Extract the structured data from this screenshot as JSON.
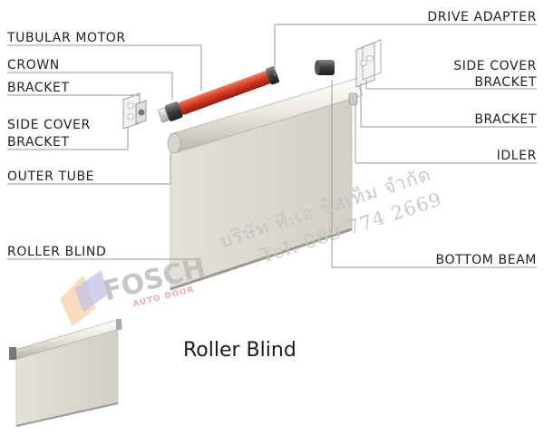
{
  "labels": {
    "tubular_motor": "TUBULAR MOTOR",
    "crown": "CROWN",
    "bracket_left": "BRACKET",
    "side_cover_bracket_left_1": "SIDE COVER",
    "side_cover_bracket_left_2": "BRACKET",
    "outer_tube": "OUTER TUBE",
    "roller_blind": "ROLLER BLIND",
    "drive_adapter": "DRIVE ADAPTER",
    "side_cover_bracket_right_1": "SIDE COVER",
    "side_cover_bracket_right_2": "BRACKET",
    "bracket_right": "BRACKET",
    "idler": "IDLER",
    "bottom_beam": "BOTTOM BEAM"
  },
  "title": "Roller Blind",
  "watermark": {
    "brand": "FOSCH",
    "brand_sub": "AUTO DOOR",
    "company_thai": "บริษัท ที.เอ ชิสเท็ม จำกัด",
    "phone": "Tel. 089 774 2669"
  },
  "colors": {
    "text": "#222222",
    "leader": "#9a9a9a",
    "motor": "#d63a24",
    "fabric": "#dcdad0",
    "watermark": "#c4c4c4"
  }
}
